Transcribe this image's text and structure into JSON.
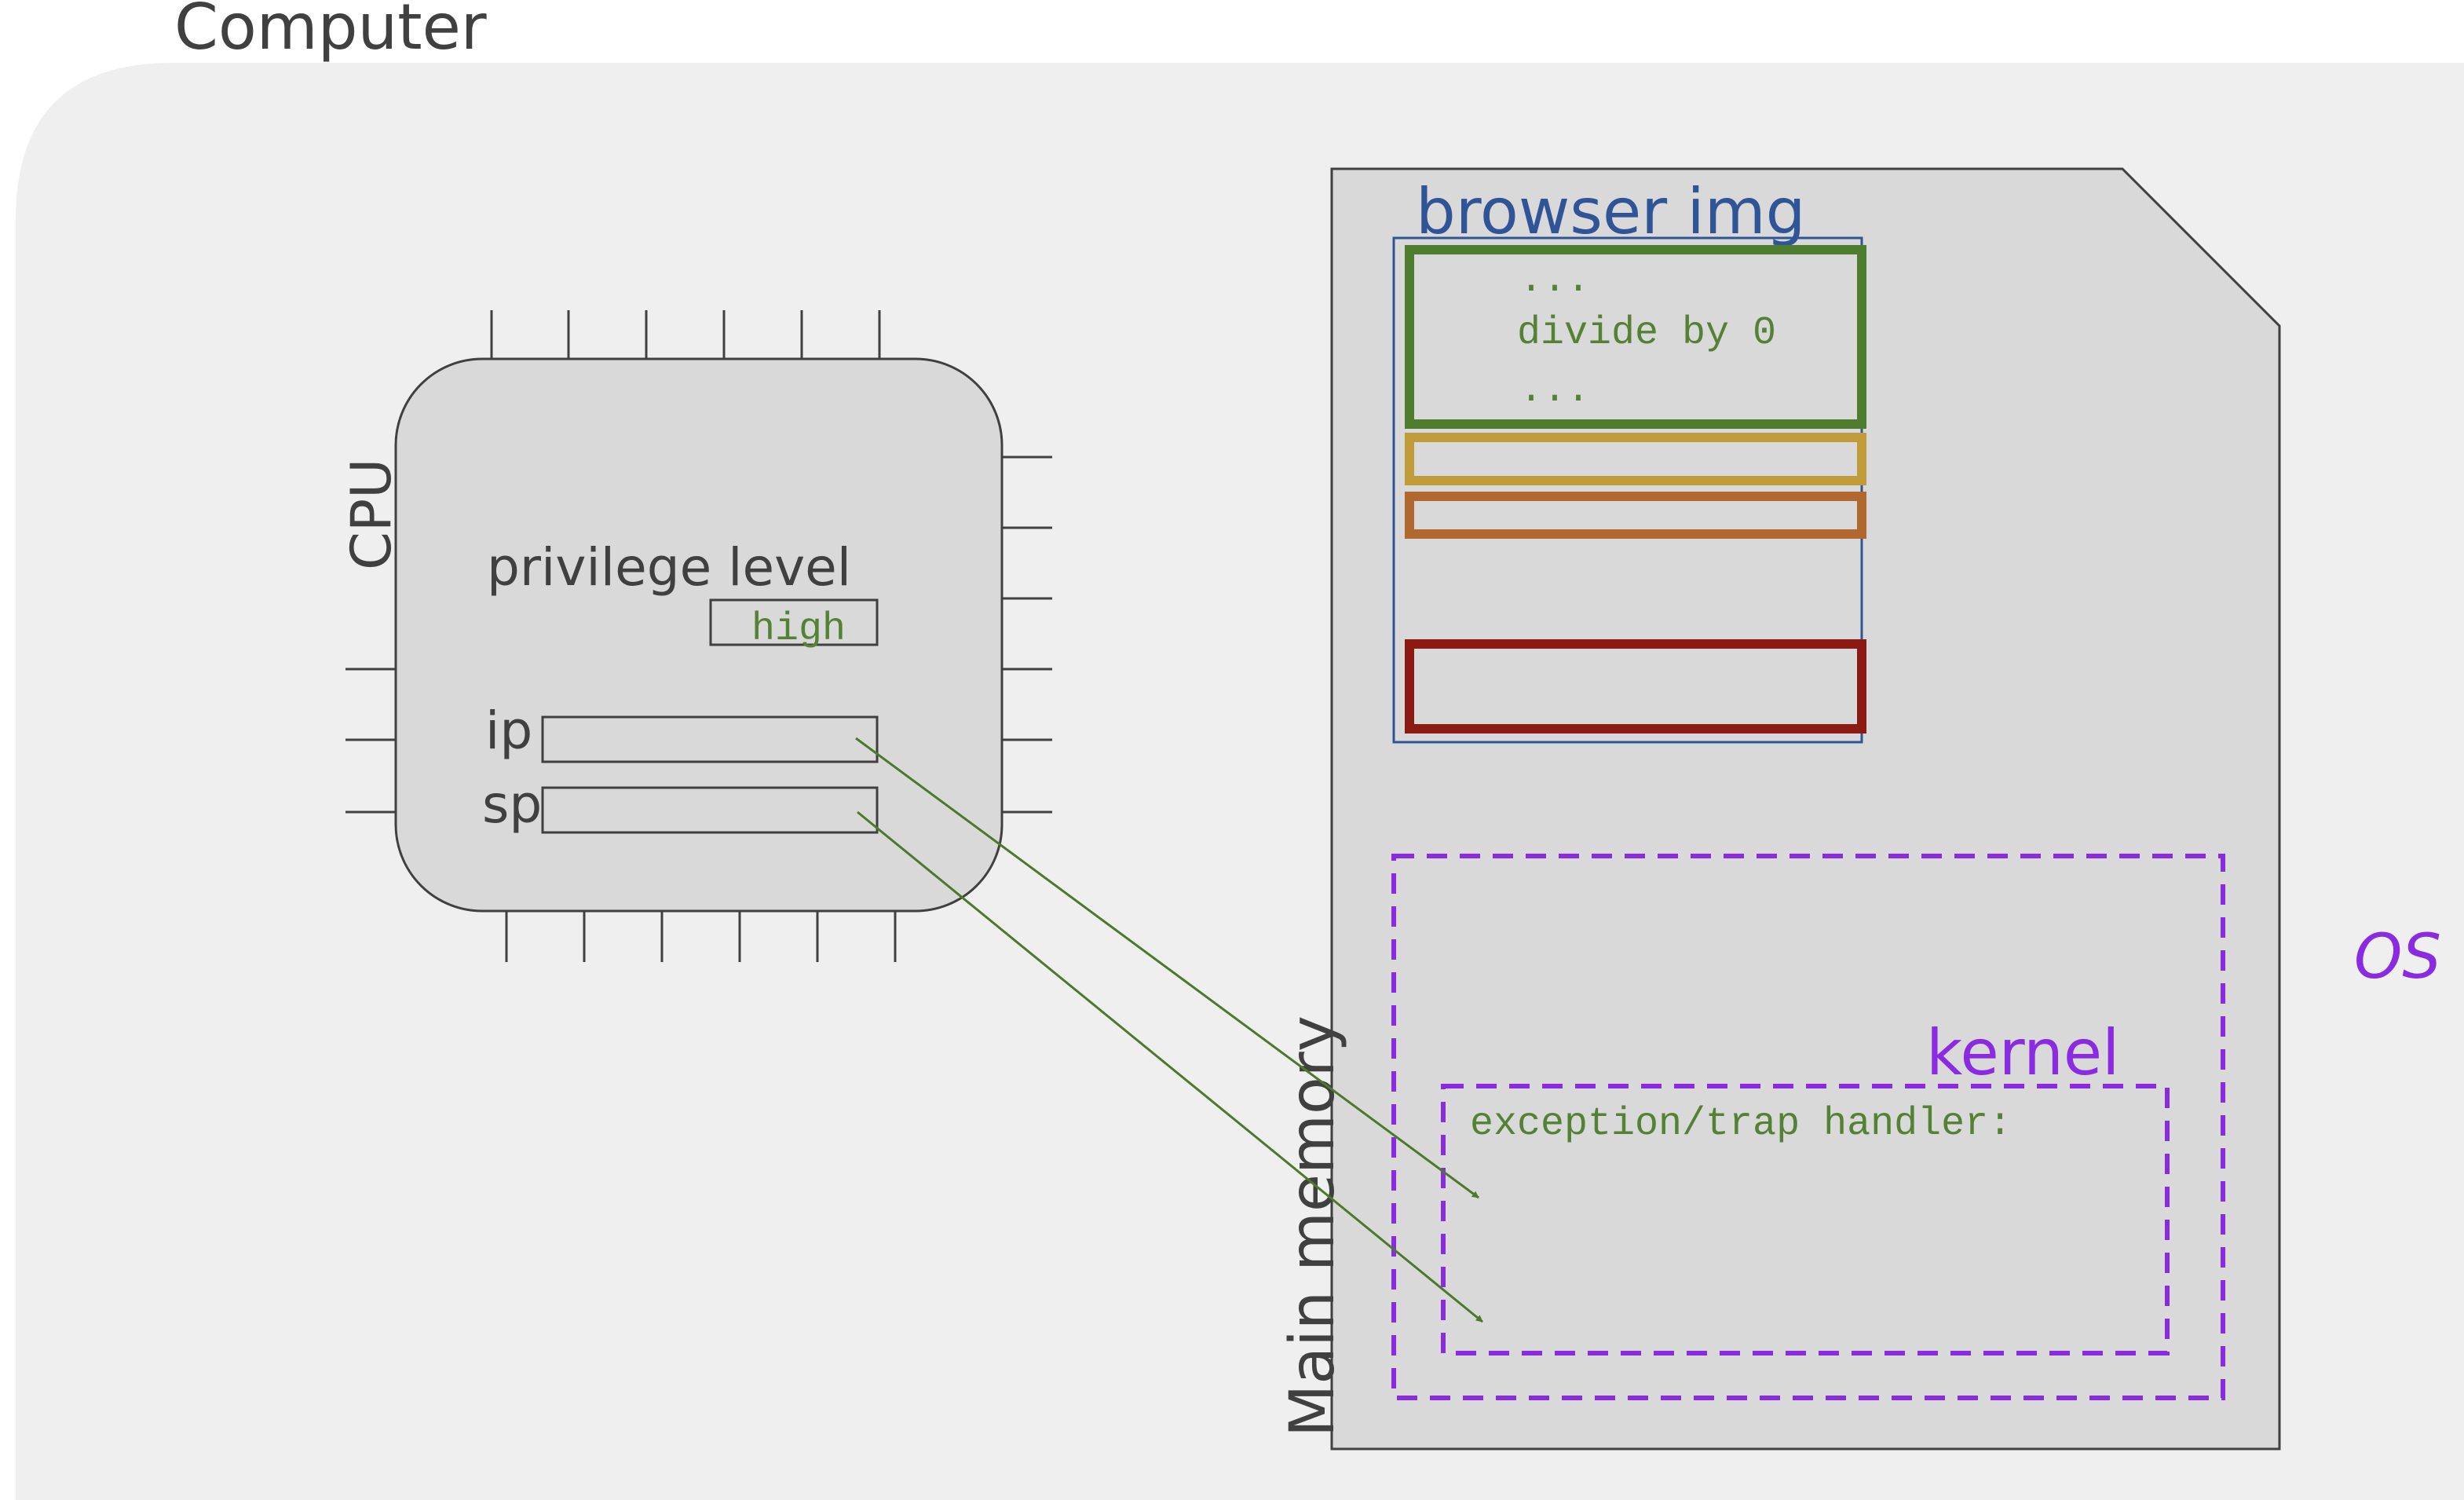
{
  "computer": {
    "title": "Computer"
  },
  "cpu": {
    "label": "CPU",
    "privilege_label": "privilege level",
    "privilege_value": "high",
    "ip_label": "ip",
    "sp_label": "sp"
  },
  "memory": {
    "label": "Main memory",
    "browser": {
      "label": "browser img",
      "code_lines": [
        "...",
        "divide by 0",
        "..."
      ]
    },
    "os": {
      "label": "OS",
      "kernel_label": "kernel",
      "handler_label": "exception/trap handler:"
    }
  },
  "colors": {
    "text": "#404040",
    "browser_blue": "#2f5597",
    "code_green": "#548235",
    "block_green": "#4e7d2f",
    "block_gold": "#bf9b3a",
    "block_orange": "#b0682e",
    "block_red": "#8b1a12",
    "os_purple": "#8a2be2",
    "arrow_green": "#4a7a2a"
  }
}
